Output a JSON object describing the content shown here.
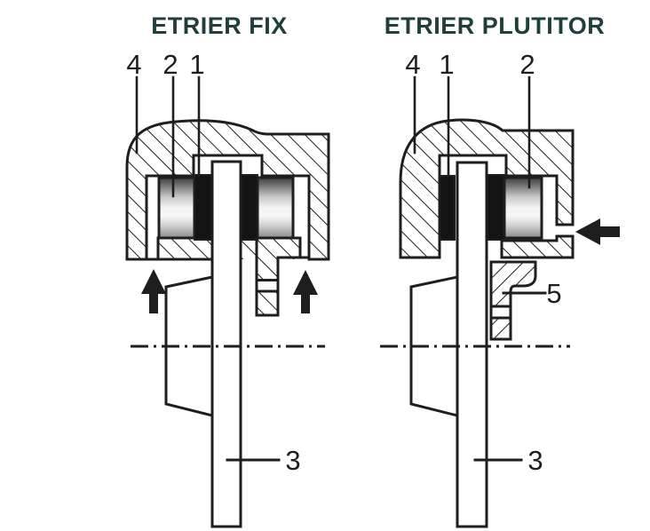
{
  "colors": {
    "title": "#1F3E3C",
    "line": "#1E1E1E",
    "pad": "#141414",
    "background": "#FFFFFF"
  },
  "left_diagram": {
    "title": "ETRIER FIX",
    "labels": {
      "caliper_body": "4",
      "piston": "2",
      "pad": "1",
      "disc": "3"
    }
  },
  "right_diagram": {
    "title": "ETRIER PLUTITOR",
    "labels": {
      "caliper_body": "4",
      "pad": "1",
      "piston": "2",
      "bracket": "5",
      "disc": "3"
    }
  }
}
